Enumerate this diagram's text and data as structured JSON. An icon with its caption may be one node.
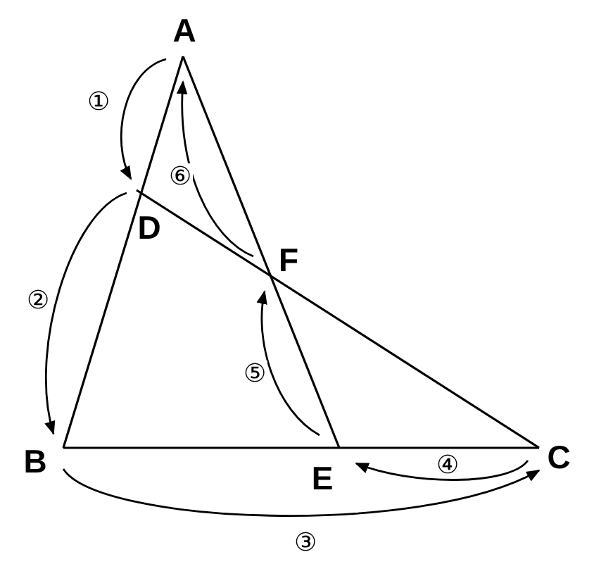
{
  "diagram": {
    "nodes": [
      {
        "text": [
          "A"
        ]
      },
      {
        "text": [
          "B"
        ]
      },
      {
        "text": [
          "C"
        ]
      },
      {
        "text": [
          "D"
        ]
      },
      {
        "text": [
          "E"
        ]
      },
      {
        "text": [
          "F"
        ]
      }
    ],
    "edges": [
      {
        "from": 0,
        "to": 3,
        "arrow": "to",
        "label": "①"
      },
      {
        "from": 3,
        "to": 1,
        "arrow": "to",
        "label": "②"
      },
      {
        "from": 1,
        "to": 2,
        "arrow": "to",
        "label": "③"
      },
      {
        "from": 2,
        "to": 4,
        "arrow": "to",
        "label": "④"
      },
      {
        "from": 4,
        "to": 5,
        "arrow": "to",
        "label": "⑤"
      },
      {
        "from": 5,
        "to": 0,
        "arrow": "to",
        "label": "⑥"
      }
    ]
  }
}
